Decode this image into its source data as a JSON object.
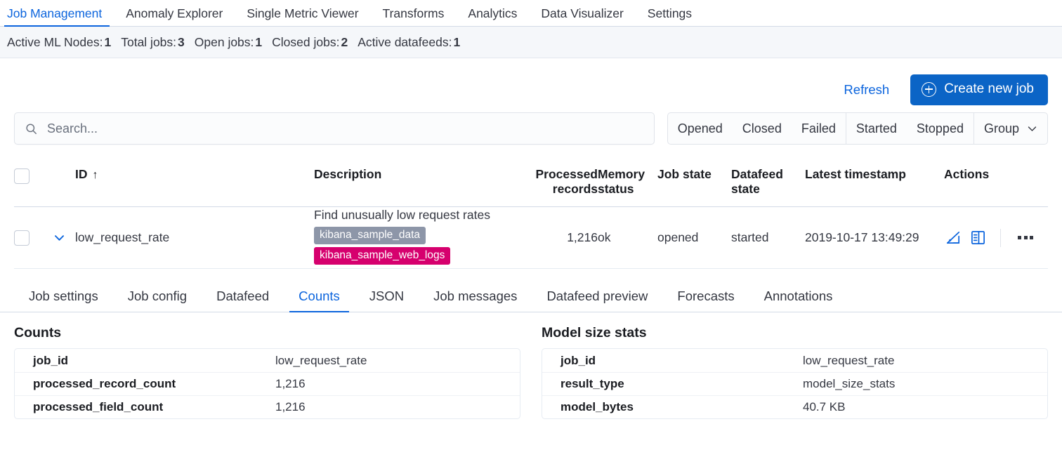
{
  "topnav": {
    "items": [
      {
        "label": "Job Management",
        "active": true
      },
      {
        "label": "Anomaly Explorer",
        "active": false
      },
      {
        "label": "Single Metric Viewer",
        "active": false
      },
      {
        "label": "Transforms",
        "active": false
      },
      {
        "label": "Analytics",
        "active": false
      },
      {
        "label": "Data Visualizer",
        "active": false
      },
      {
        "label": "Settings",
        "active": false
      }
    ]
  },
  "stats": [
    {
      "label": "Active ML Nodes:",
      "value": "1"
    },
    {
      "label": "Total jobs:",
      "value": "3"
    },
    {
      "label": "Open jobs:",
      "value": "1"
    },
    {
      "label": "Closed jobs:",
      "value": "2"
    },
    {
      "label": "Active datafeeds:",
      "value": "1"
    }
  ],
  "actionbar": {
    "refresh_label": "Refresh",
    "create_label": "Create new job"
  },
  "search": {
    "placeholder": "Search...",
    "value": ""
  },
  "filters": {
    "state_buttons": [
      "Opened",
      "Closed",
      "Failed"
    ],
    "feed_buttons": [
      "Started",
      "Stopped"
    ],
    "group_label": "Group"
  },
  "jobs_table": {
    "columns": {
      "id": "ID",
      "description": "Description",
      "processed_records": "Processed records",
      "memory_status": "Memory status",
      "job_state": "Job state",
      "datafeed_state": "Datafeed state",
      "latest_timestamp": "Latest timestamp",
      "actions": "Actions"
    },
    "sort_indicator": "↑",
    "rows": [
      {
        "id": "low_request_rate",
        "description": "Find unusually low request rates",
        "badges": [
          {
            "label": "kibana_sample_data",
            "color": "#8d96a8"
          },
          {
            "label": "kibana_sample_web_logs",
            "color": "#d6006e"
          }
        ],
        "processed_records": "1,216",
        "memory_status": "ok",
        "job_state": "opened",
        "datafeed_state": "started",
        "latest_timestamp": "2019-10-17 13:49:29"
      }
    ]
  },
  "detail_tabs": [
    {
      "label": "Job settings",
      "active": false
    },
    {
      "label": "Job config",
      "active": false
    },
    {
      "label": "Datafeed",
      "active": false
    },
    {
      "label": "Counts",
      "active": true
    },
    {
      "label": "JSON",
      "active": false
    },
    {
      "label": "Job messages",
      "active": false
    },
    {
      "label": "Datafeed preview",
      "active": false
    },
    {
      "label": "Forecasts",
      "active": false
    },
    {
      "label": "Annotations",
      "active": false
    }
  ],
  "panels": {
    "counts": {
      "title": "Counts",
      "rows": [
        {
          "key": "job_id",
          "value": "low_request_rate"
        },
        {
          "key": "processed_record_count",
          "value": "1,216"
        },
        {
          "key": "processed_field_count",
          "value": "1,216"
        }
      ]
    },
    "model_size_stats": {
      "title": "Model size stats",
      "rows": [
        {
          "key": "job_id",
          "value": "low_request_rate"
        },
        {
          "key": "result_type",
          "value": "model_size_stats"
        },
        {
          "key": "model_bytes",
          "value": "40.7 KB"
        }
      ]
    }
  },
  "colors": {
    "accent": "#0b64dd",
    "button": "#0b64c6",
    "badge_gray": "#8d96a8",
    "badge_pink": "#d6006e",
    "statsbar_bg": "#f5f7fa"
  }
}
